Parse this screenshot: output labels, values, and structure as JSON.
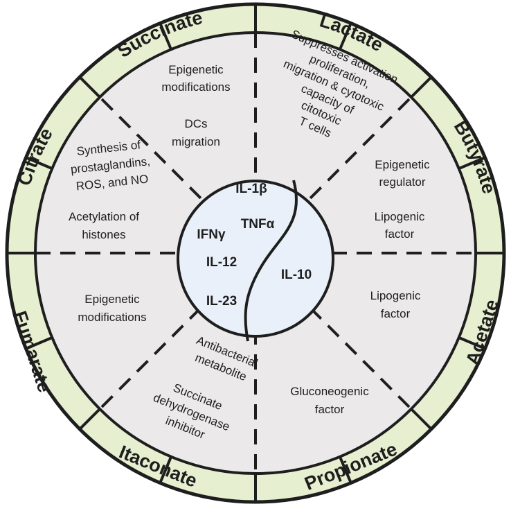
{
  "colors": {
    "ring": "#e6efcf",
    "sector": "#ece9ea",
    "center": "#e9f0f9",
    "stroke": "#1e1e1e"
  },
  "ring": {
    "succinate": "Succinate",
    "lactate": "Lactate",
    "butyrate": "Butyrate",
    "acetate": "Acetate",
    "propionate": "Propionate",
    "itaconate": "Itaconate",
    "fumarate": "Fumarate",
    "citrate": "Citrate"
  },
  "succinate_sector": {
    "line1": "Epigenetic",
    "line2": "modifications",
    "line3": "DCs",
    "line4": "migration"
  },
  "lactate_sector": {
    "line1": "Suppresses activation,",
    "line2": "proliferation,",
    "line3": "migration & cytotoxic",
    "line4": "capacity of",
    "line5": "citotoxic",
    "line6": "T cells"
  },
  "butyrate_sector": {
    "line1": "Epigenetic",
    "line2": "regulator",
    "line3": "Lipogenic",
    "line4": "factor"
  },
  "acetate_sector": {
    "line1": "Lipogenic",
    "line2": "factor"
  },
  "propionate_sector": {
    "line1": "Gluconeogenic",
    "line2": "factor"
  },
  "itaconate_sector": {
    "line1": "Antibacterial",
    "line2": "metabolite",
    "line3": "Succinate",
    "line4": "dehydrogenase",
    "line5": "inhibitor"
  },
  "fumarate_sector": {
    "line1": "Epigenetic",
    "line2": "modifications"
  },
  "citrate_sector": {
    "line1": "Synthesis of",
    "line2": "prostaglandins,",
    "line3": "ROS, and NO",
    "line4": "Acetylation of",
    "line5": "histones"
  },
  "center": {
    "il1b": "IL-1β",
    "tnfa": "TNFα",
    "ifng": "IFNγ",
    "il12": "IL-12",
    "il23": "IL-23",
    "il10": "IL-10"
  }
}
